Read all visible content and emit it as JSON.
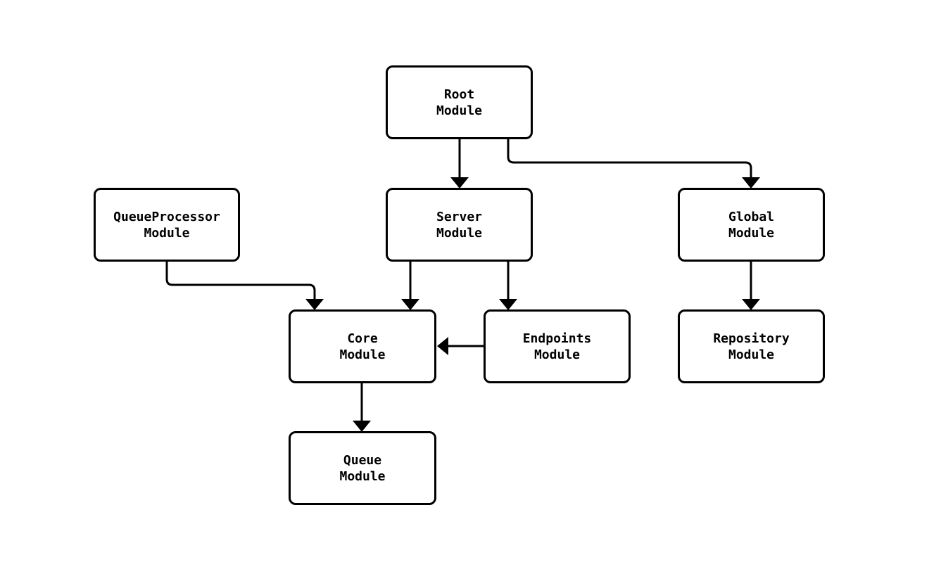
{
  "diagram": {
    "type": "flowchart",
    "direction": "top-down",
    "background_color": "#ffffff",
    "node_fill_color": "#ffffff",
    "stroke_color": "#000000",
    "text_color": "#000000",
    "nodes": {
      "root": {
        "label": "Root\nModule"
      },
      "queueprocessor": {
        "label": "QueueProcessor\nModule"
      },
      "server": {
        "label": "Server\nModule"
      },
      "global": {
        "label": "Global\nModule"
      },
      "core": {
        "label": "Core\nModule"
      },
      "endpoints": {
        "label": "Endpoints\nModule"
      },
      "repository": {
        "label": "Repository\nModule"
      },
      "queue": {
        "label": "Queue\nModule"
      }
    },
    "edges": [
      {
        "from": "Root Module",
        "to": "Server Module"
      },
      {
        "from": "Root Module",
        "to": "Global Module"
      },
      {
        "from": "QueueProcessor Module",
        "to": "Core Module"
      },
      {
        "from": "Server Module",
        "to": "Core Module"
      },
      {
        "from": "Server Module",
        "to": "Endpoints Module"
      },
      {
        "from": "Endpoints Module",
        "to": "Core Module"
      },
      {
        "from": "Global Module",
        "to": "Repository Module"
      },
      {
        "from": "Core Module",
        "to": "Queue Module"
      }
    ]
  }
}
